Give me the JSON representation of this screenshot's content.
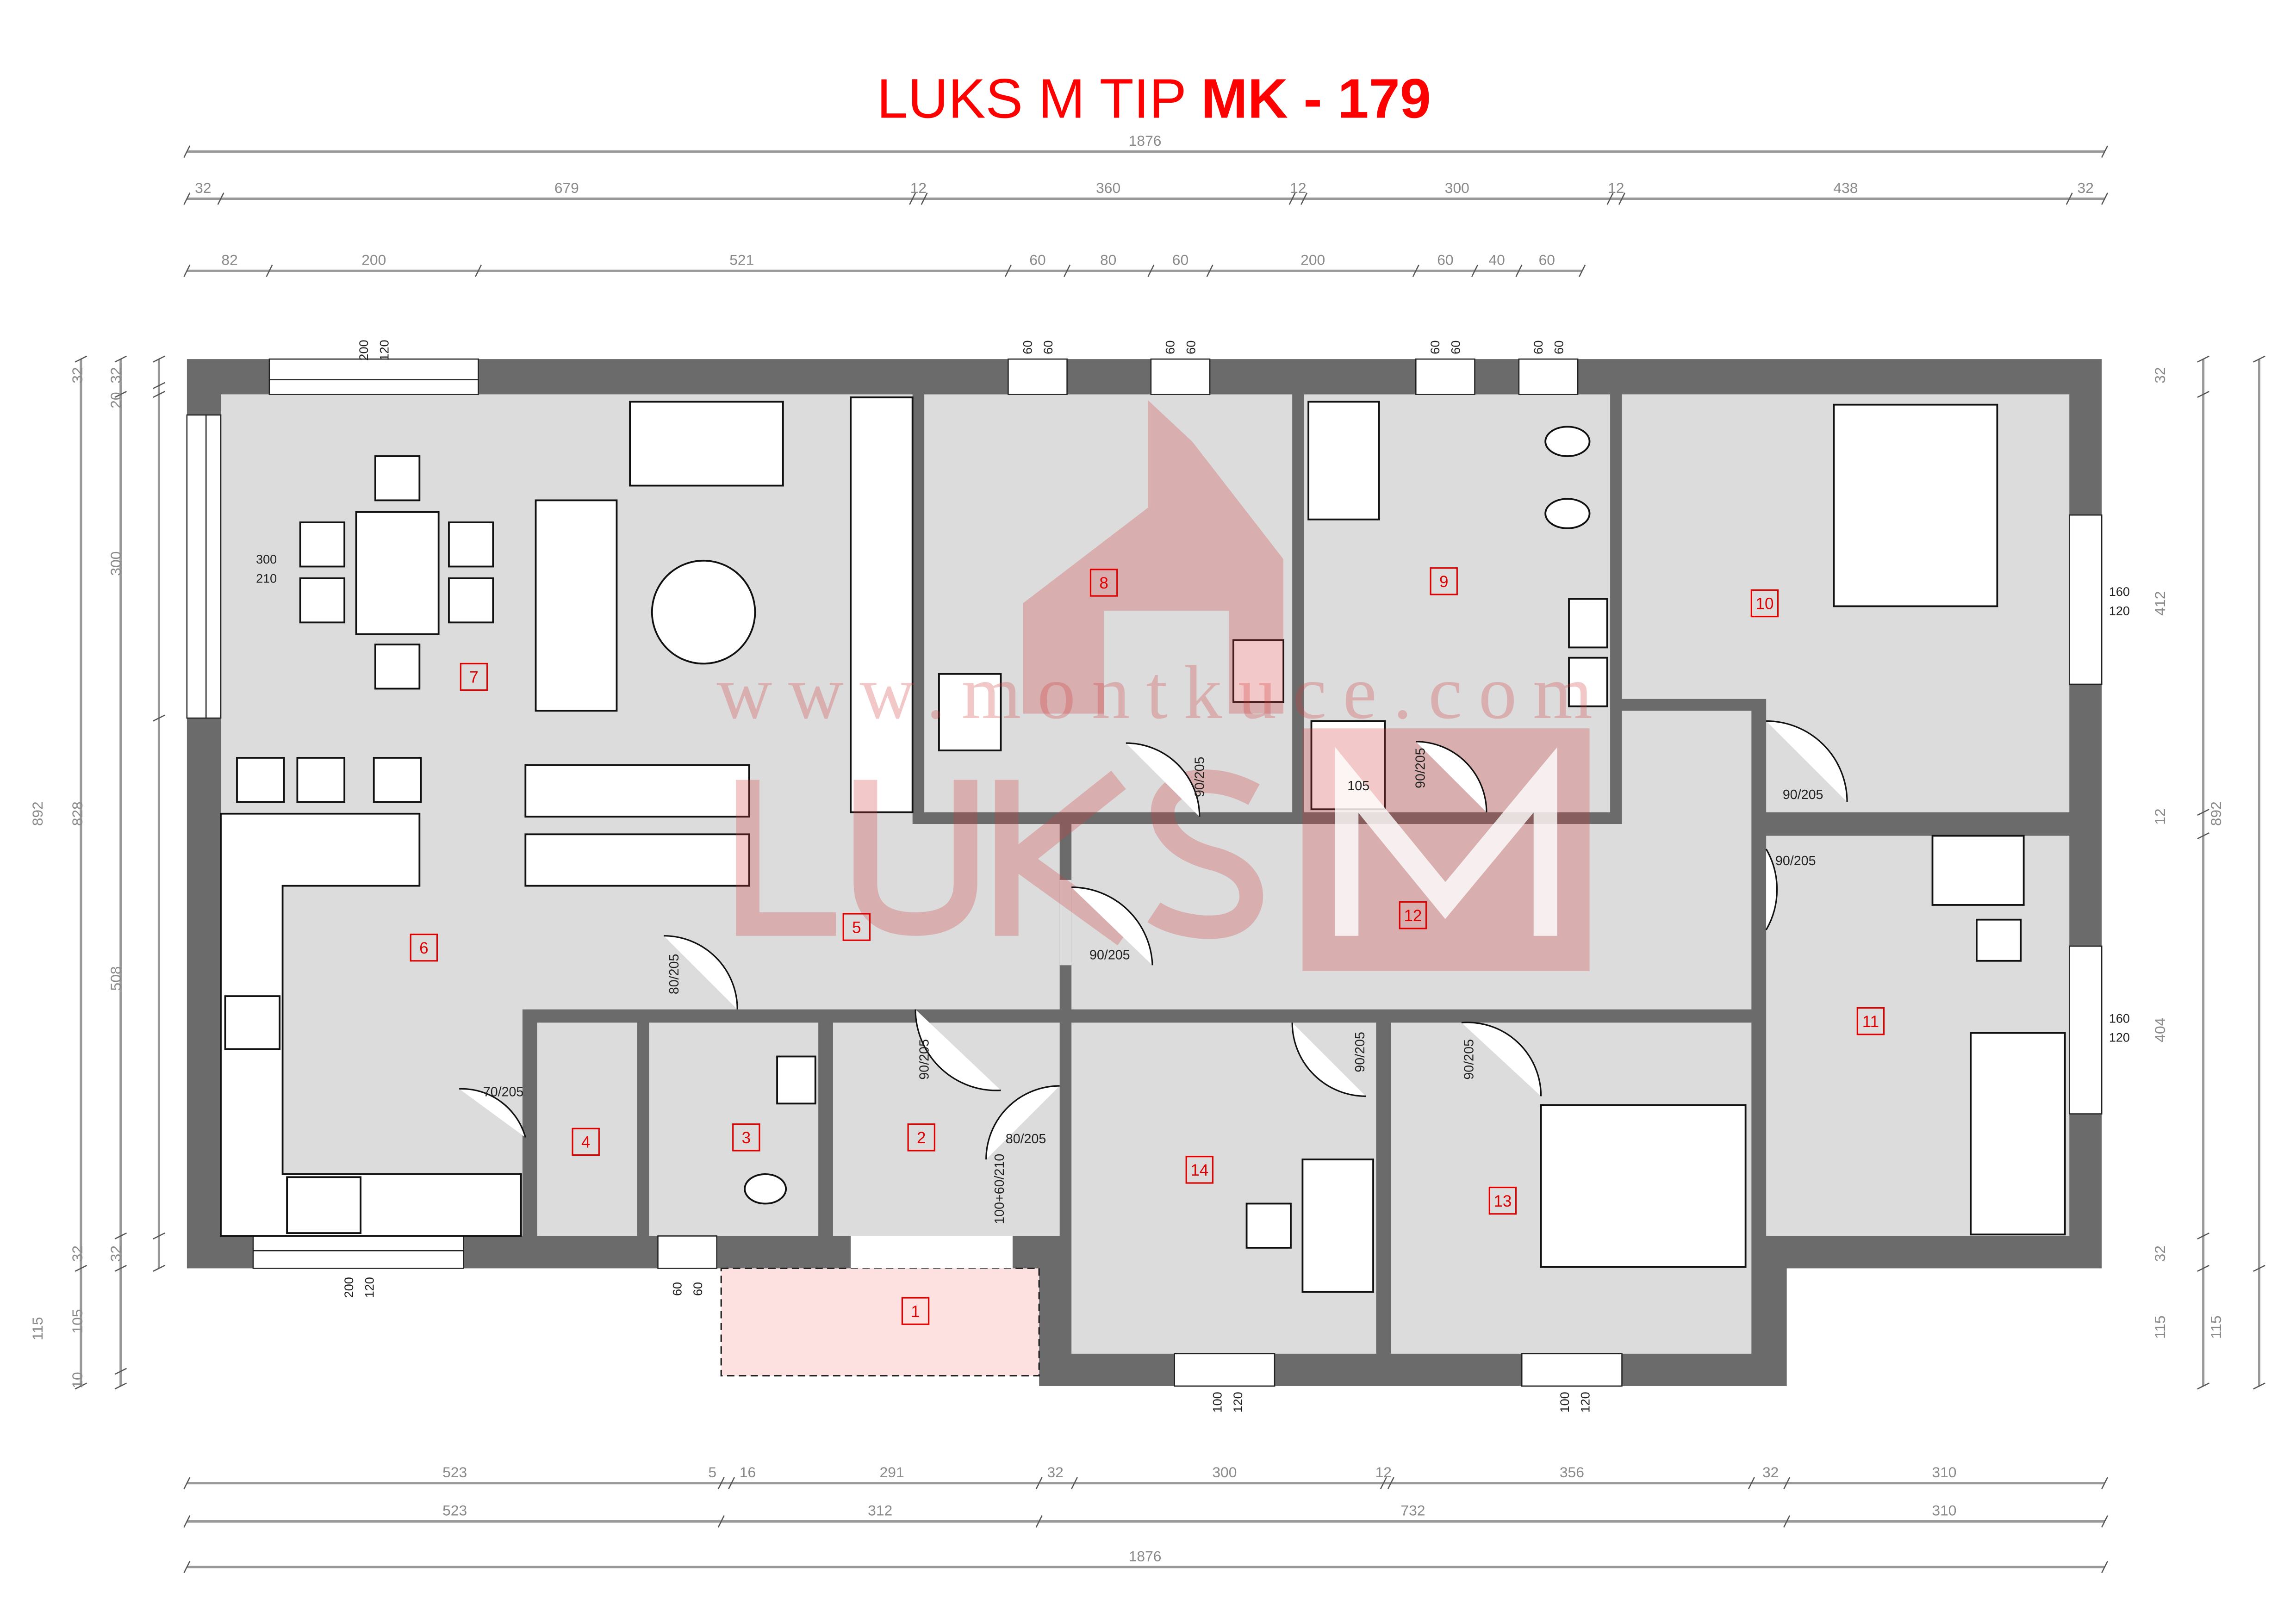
{
  "title": {
    "prefix": "LUKS M TIP ",
    "model": "MK - 179"
  },
  "watermark": {
    "brand": "LUKS",
    "letter": "M",
    "url": "www.montkuce.com"
  },
  "colors": {
    "title": "#ff0000",
    "walls": "#6b6b6b",
    "floor": "#dcdcdc",
    "entrance": "#fde0e0",
    "room_number": "#e00000"
  },
  "dimensions": {
    "top_total": "1876",
    "top_walls": [
      "32",
      "679",
      "12",
      "360",
      "12",
      "300",
      "12",
      "438",
      "32"
    ],
    "top_openings": [
      "82",
      "200",
      "521",
      "60",
      "80",
      "60",
      "200",
      "60",
      "40",
      "60"
    ],
    "bottom_walls": [
      "523",
      "5",
      "16",
      "291",
      "32",
      "300",
      "12",
      "356",
      "32",
      "310"
    ],
    "bottom_sections": [
      "523",
      "312",
      "732",
      "310"
    ],
    "bottom_total": "1876",
    "left_total": [
      "892",
      "115"
    ],
    "left_middle": [
      "32",
      "828",
      "32",
      "105",
      "10"
    ],
    "left_inner": [
      "32",
      "20",
      "300",
      "508",
      "32"
    ],
    "right_inner": [
      "32",
      "412",
      "12",
      "404",
      "32",
      "115"
    ],
    "right_total": [
      "892",
      "115"
    ]
  },
  "windows": {
    "top_living": [
      "200",
      "120"
    ],
    "top_room8": [
      "60",
      "60"
    ],
    "top_room8b": [
      "60",
      "60"
    ],
    "top_room9": [
      "60",
      "60"
    ],
    "top_room9b": [
      "60",
      "60"
    ],
    "left_living": [
      "300",
      "210"
    ],
    "bottom_kitchen": [
      "200",
      "120"
    ],
    "bottom_wc": [
      "60",
      "60"
    ],
    "bottom_room14": [
      "100",
      "120"
    ],
    "bottom_room13": [
      "100",
      "120"
    ],
    "right_room10": [
      "160",
      "120"
    ],
    "right_room11": [
      "160",
      "120"
    ]
  },
  "doors": {
    "room8": "90/205",
    "room9": "90/205",
    "room10": "90/205",
    "room11": "90/205",
    "room12": "90/205",
    "room3": "80/205",
    "room4": "70/205",
    "room2": "90/205",
    "room2b": "80/205",
    "entrance": "100+60/210",
    "room14": "90/205",
    "room13": "90/205"
  },
  "shower_size": "105",
  "rooms": [
    "1",
    "2",
    "3",
    "4",
    "5",
    "6",
    "7",
    "8",
    "9",
    "10",
    "11",
    "12",
    "13",
    "14"
  ]
}
